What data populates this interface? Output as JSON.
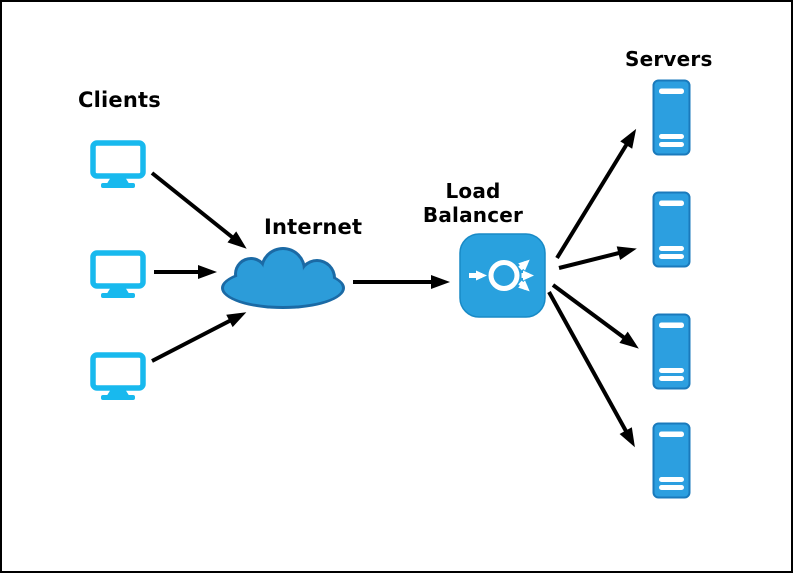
{
  "diagram": {
    "type": "network-architecture",
    "labels": {
      "clients": "Clients",
      "internet": "Internet",
      "load_balancer": "Load Balancer",
      "servers": "Servers"
    },
    "colors": {
      "background": "#ffffff",
      "frame_border": "#000000",
      "label_text": "#000000",
      "arrow": "#000000",
      "client_icon": "#18b9ee",
      "cloud_fill": "#2c9cd9",
      "cloud_outline": "#1b6aa5",
      "load_balancer_fill": "#29a1de",
      "server_fill": "#2c9fe0",
      "server_outline": "#1a7abc",
      "icon_glyph": "#ffffff"
    },
    "nodes": [
      {
        "id": "client-1",
        "type": "client",
        "icon": "monitor-icon"
      },
      {
        "id": "client-2",
        "type": "client",
        "icon": "monitor-icon"
      },
      {
        "id": "client-3",
        "type": "client",
        "icon": "monitor-icon"
      },
      {
        "id": "internet",
        "type": "cloud",
        "label": "Internet",
        "icon": "cloud-icon"
      },
      {
        "id": "load-balancer",
        "type": "load-balancer",
        "label": "Load Balancer",
        "icon": "load-balancer-icon"
      },
      {
        "id": "server-1",
        "type": "server",
        "icon": "server-icon"
      },
      {
        "id": "server-2",
        "type": "server",
        "icon": "server-icon"
      },
      {
        "id": "server-3",
        "type": "server",
        "icon": "server-icon"
      },
      {
        "id": "server-4",
        "type": "server",
        "icon": "server-icon"
      }
    ],
    "edges": [
      {
        "from": "client-1",
        "to": "internet"
      },
      {
        "from": "client-2",
        "to": "internet"
      },
      {
        "from": "client-3",
        "to": "internet"
      },
      {
        "from": "internet",
        "to": "load-balancer"
      },
      {
        "from": "load-balancer",
        "to": "server-1"
      },
      {
        "from": "load-balancer",
        "to": "server-2"
      },
      {
        "from": "load-balancer",
        "to": "server-3"
      },
      {
        "from": "load-balancer",
        "to": "server-4"
      }
    ]
  }
}
